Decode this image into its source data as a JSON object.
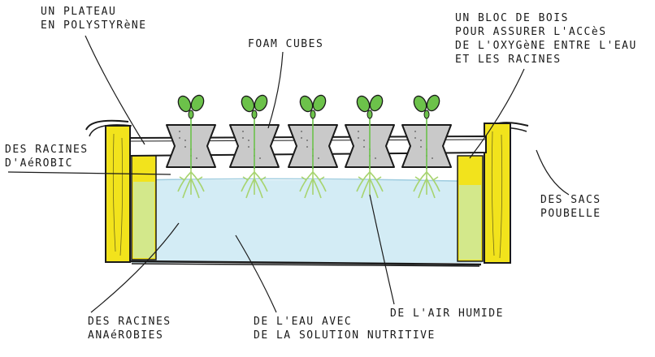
{
  "labels": {
    "plateau": [
      "UN PLATEAU",
      "EN POLYSTYRèNE"
    ],
    "foam_cubes": [
      "FOAM CUBES"
    ],
    "bloc_bois": [
      "UN BLOC DE BOIS",
      "POUR ASSURER L'ACCèS",
      "DE L'OXYGèNE ENTRE L'EAU",
      "ET LES RACINES"
    ],
    "racines_aerobic": [
      "DES RACINES",
      "D'AéROBIC"
    ],
    "sacs_poubelle": [
      "DES SACS",
      "POUBELLE"
    ],
    "racines_anaerobies": [
      "DES RACINES",
      "ANAéROBIES"
    ],
    "eau_solution": [
      "DE L'EAU AVEC",
      "DE LA SOLUTION NUTRITIVE"
    ],
    "air_humide": [
      "DE L'AIR HUMIDE"
    ]
  },
  "colors": {
    "wood": "#f2e31c",
    "water": "#d3ecf5",
    "foam_cube": "#c9c9c9",
    "leaf": "#6cc24a",
    "root": "#a7d46f",
    "outline": "#1a1a1a"
  },
  "plants": {
    "count": 5
  }
}
